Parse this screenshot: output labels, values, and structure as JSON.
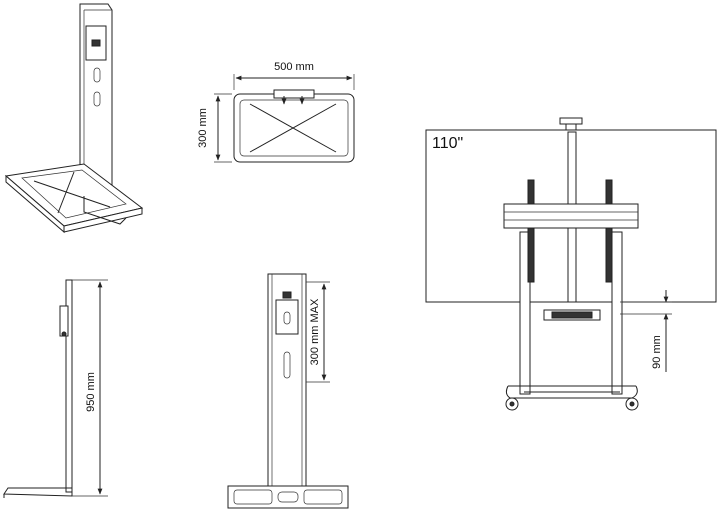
{
  "dimensions": {
    "shelf_width": "500 mm",
    "shelf_depth": "300 mm",
    "total_height": "950 mm",
    "adjust_range": "300 mm MAX",
    "clearance": "90 mm"
  },
  "screen_size": "110\""
}
